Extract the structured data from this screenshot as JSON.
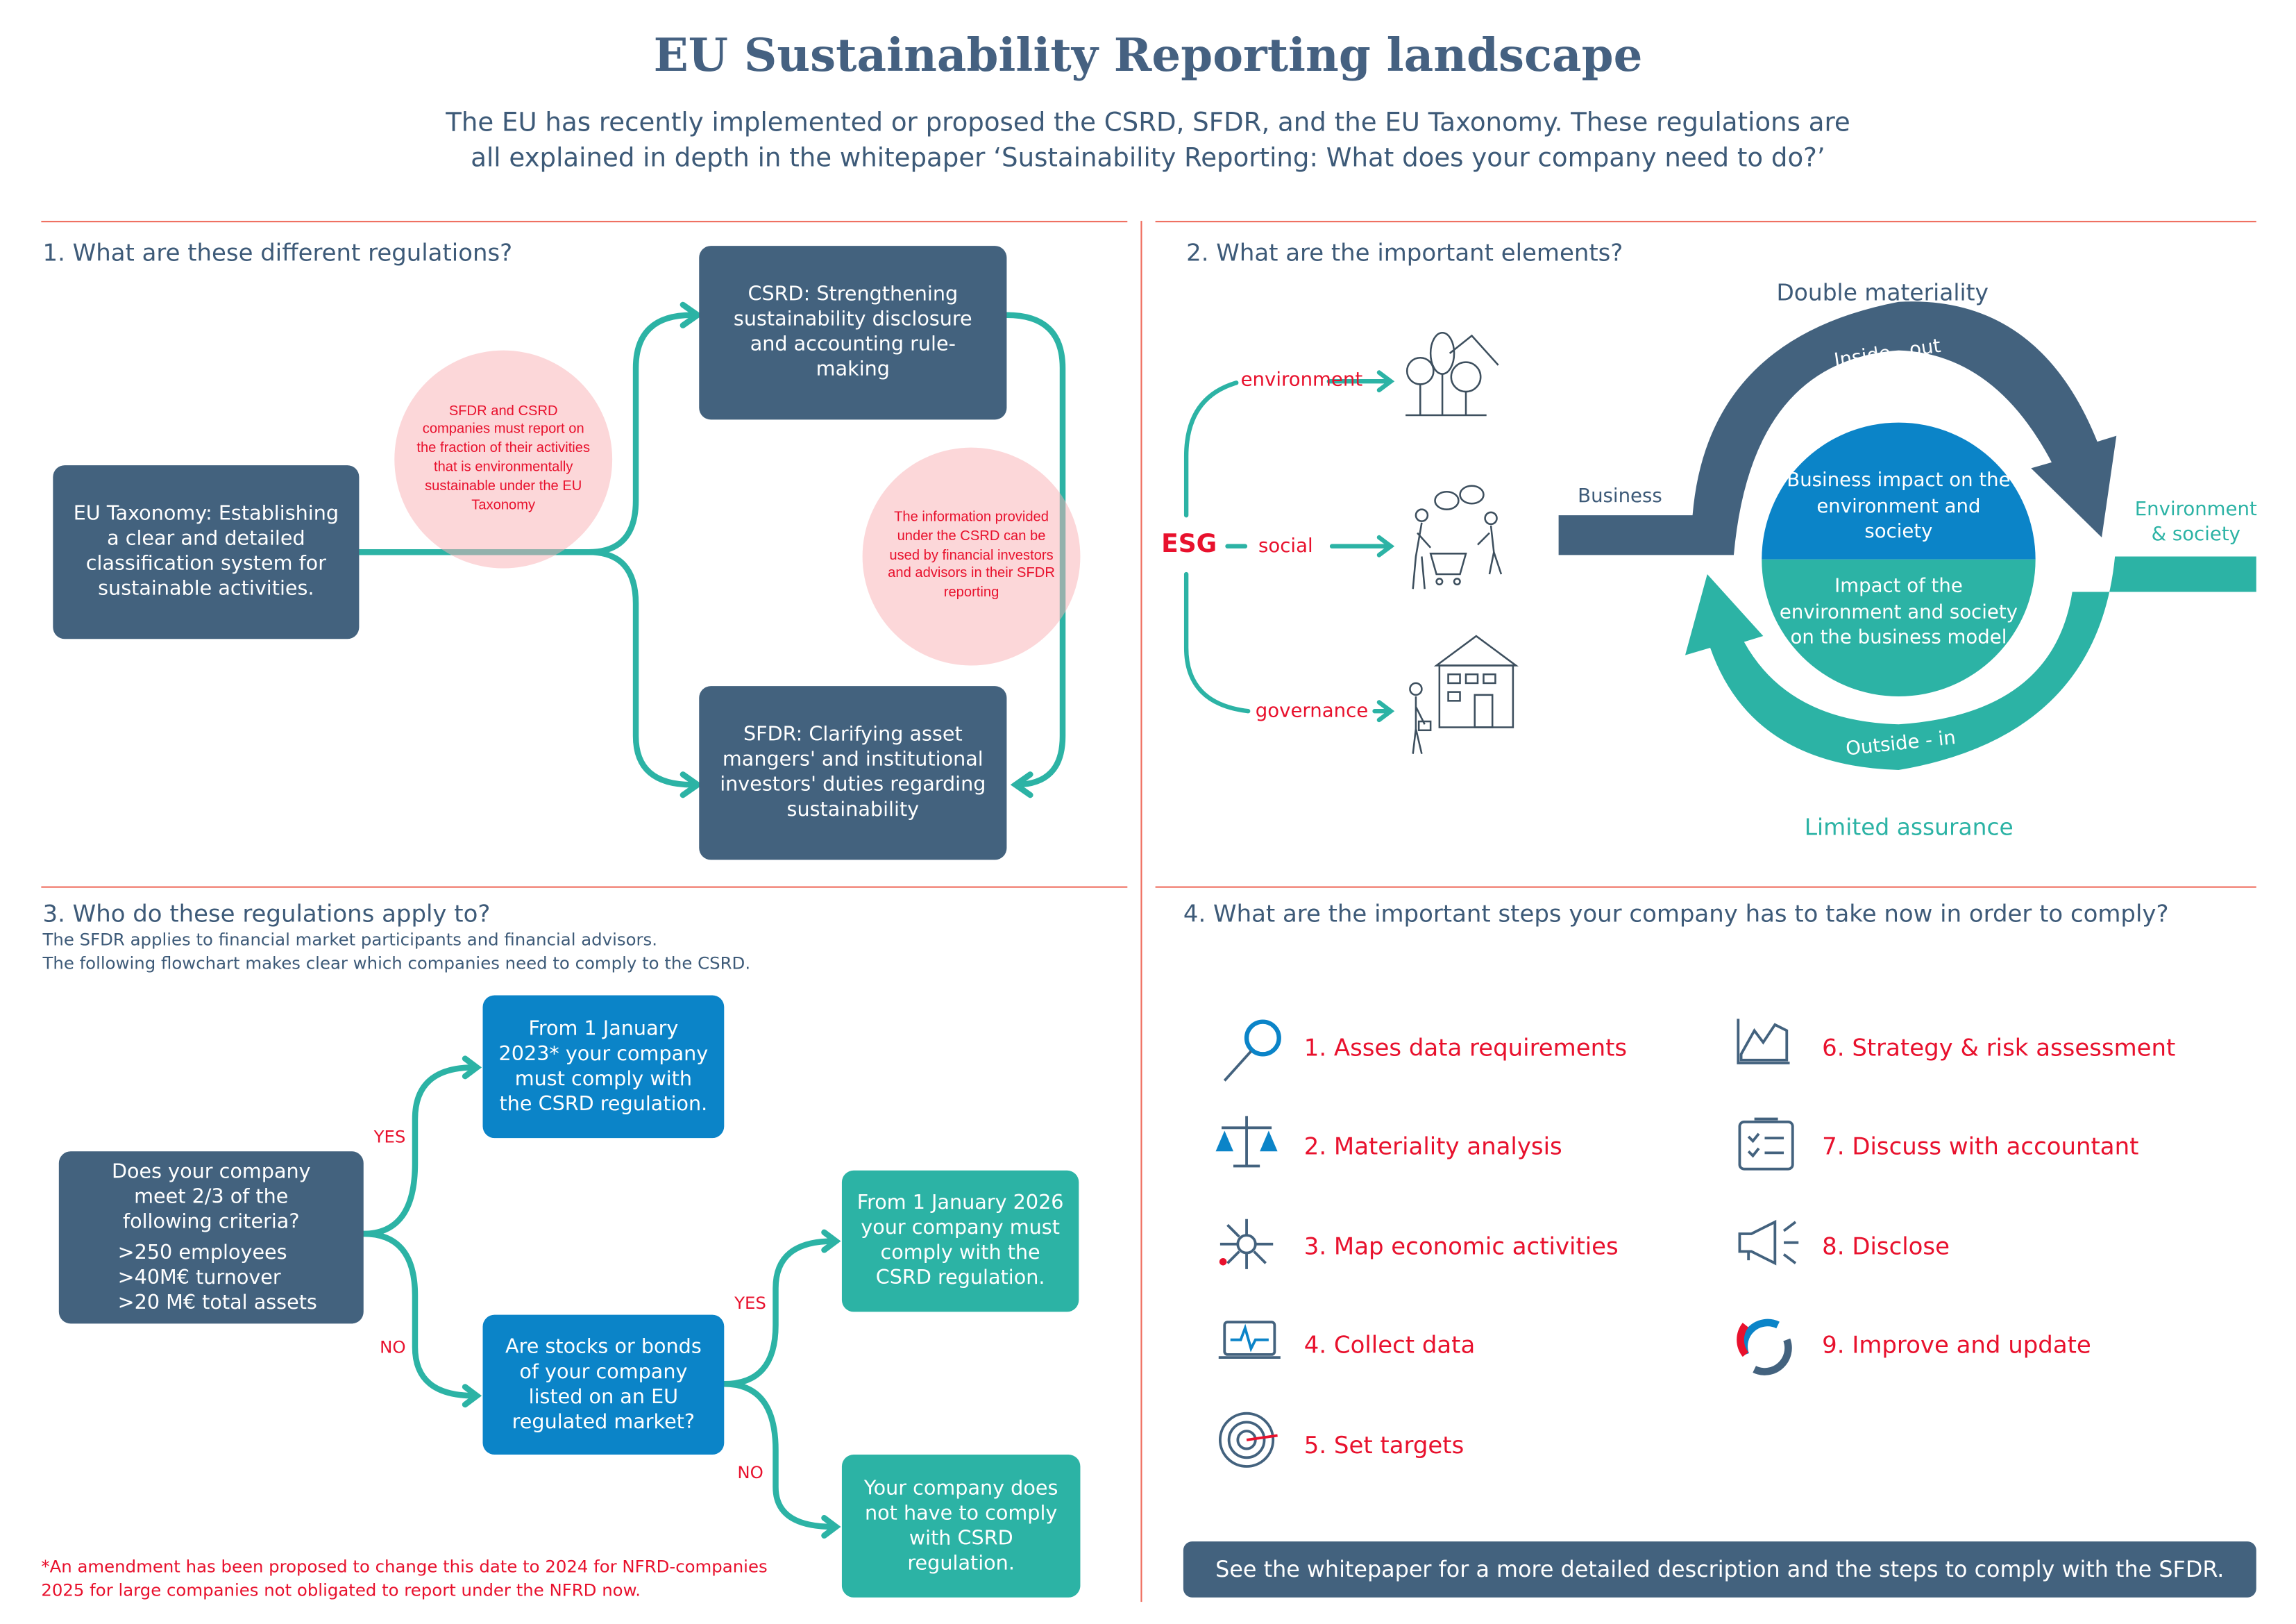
{
  "title": "EU Sustainability Reporting landscape",
  "subtitle": [
    "The EU has recently implemented or proposed the CSRD, SFDR, and the EU Taxonomy. These regulations are",
    "all explained in depth in the whitepaper ‘Sustainability Reporting: What does your company need to do?’"
  ],
  "colors": {
    "dark": "#43627e",
    "blue": "#0b84c8",
    "teal": "#2cb3a5",
    "red": "#e8112d",
    "rule": "#ef6c5c"
  },
  "section1": {
    "heading": "1. What are these different regulations?",
    "taxonomy": "EU Taxonomy: Establishing a clear and detailed classification system for sustainable activities.",
    "csrd": "CSRD: Strengthening sustainability disclosure and accounting rule-making",
    "sfdr": "SFDR: Clarifying asset mangers' and institutional investors' duties regarding sustainability",
    "note1": "SFDR and CSRD companies must report on the fraction of their activities that is environmentally sustainable under the EU Taxonomy",
    "note2": "The information provided under the CSRD can be used by financial investors and advisors in their SFDR reporting"
  },
  "section2": {
    "heading": "2. What are the important elements?",
    "esg": "ESG",
    "environment": "environment",
    "social": "social",
    "governance": "governance",
    "double_materiality": "Double materiality",
    "inside_out": "Inside - out",
    "outside_in": "Outside - in",
    "business": "Business",
    "env_society": [
      "Environment",
      "& society"
    ],
    "impact_top": "Business impact on the environment and society",
    "impact_bottom": "Impact of the environment and society on the business model",
    "limited_assurance": "Limited assurance"
  },
  "section3": {
    "heading": "3. Who do these regulations apply to?",
    "lines": [
      "The SFDR applies to financial market participants and financial advisors.",
      "The following flowchart makes clear which companies need to comply to the CSRD."
    ],
    "question": "Does your company meet 2/3 of the following criteria?",
    "criteria": [
      ">250 employees",
      ">40M€ turnover",
      ">20 M€ total assets"
    ],
    "box2023": "From 1 January 2023* your company must comply with the CSRD regulation.",
    "stocks": "Are stocks or bonds of your company listed on an EU regulated market?",
    "box2026": "From 1 January 2026 your company must comply with the CSRD regulation.",
    "nocomply": "Your company does not have to comply with CSRD regulation.",
    "yes": "YES",
    "no": "NO",
    "footnote": [
      "*An amendment has been proposed to change this date to 2024 for NFRD-companies",
      "2025 for large companies not obligated to report under the NFRD now."
    ]
  },
  "section4": {
    "heading": "4. What are the important steps your company has to take now in order to comply?",
    "steps": [
      {
        "label": "1. Asses data requirements",
        "icon": "magnifier-icon"
      },
      {
        "label": "2. Materiality analysis",
        "icon": "scales-icon"
      },
      {
        "label": "3. Map economic activities",
        "icon": "network-icon"
      },
      {
        "label": "4. Collect data",
        "icon": "laptop-pulse-icon"
      },
      {
        "label": "5. Set targets",
        "icon": "target-icon"
      },
      {
        "label": "6. Strategy & risk assessment",
        "icon": "chart-icon"
      },
      {
        "label": "7. Discuss with accountant",
        "icon": "clipboard-icon"
      },
      {
        "label": "8. Disclose",
        "icon": "megaphone-icon"
      },
      {
        "label": "9. Improve and update",
        "icon": "refresh-icon"
      }
    ],
    "banner": "See the whitepaper for a more detailed description and the steps to comply with the SFDR."
  }
}
